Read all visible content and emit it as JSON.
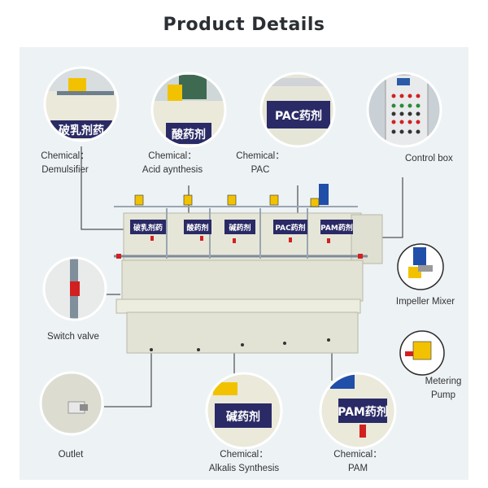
{
  "page": {
    "title": "Product Details"
  },
  "labels": {
    "demulsifier": {
      "line1": "Chemical：",
      "line2": "Demulsifier"
    },
    "acid": {
      "line1": "Chemical：",
      "line2": "Acid aynthesis"
    },
    "pac": {
      "line1": "Chemical：",
      "line2": "PAC"
    },
    "control_box": "Control box",
    "impeller_mixer": "Impeller Mixer",
    "metering_pump": {
      "line1": "Metering",
      "line2": "Pump"
    },
    "switch_valve": "Switch valve",
    "outlet": "Outlet",
    "alkalis": {
      "line1": "Chemical：",
      "line2": "Alkalis Synthesis"
    },
    "pam": {
      "line1": "Chemical：",
      "line2": "PAM"
    }
  },
  "tank_signs": {
    "demulsifier": "破乳剂药",
    "acid": "酸药剂",
    "alkali": "碱药剂",
    "pac": "PAC药剂",
    "pam": "PAM药剂"
  },
  "colors": {
    "panel": "#edf2f5",
    "sign": "#2a2a66",
    "tank": "#e6e6d8",
    "pump": "#f2c200",
    "valve": "#d22020",
    "line": "#2b2b2b"
  }
}
